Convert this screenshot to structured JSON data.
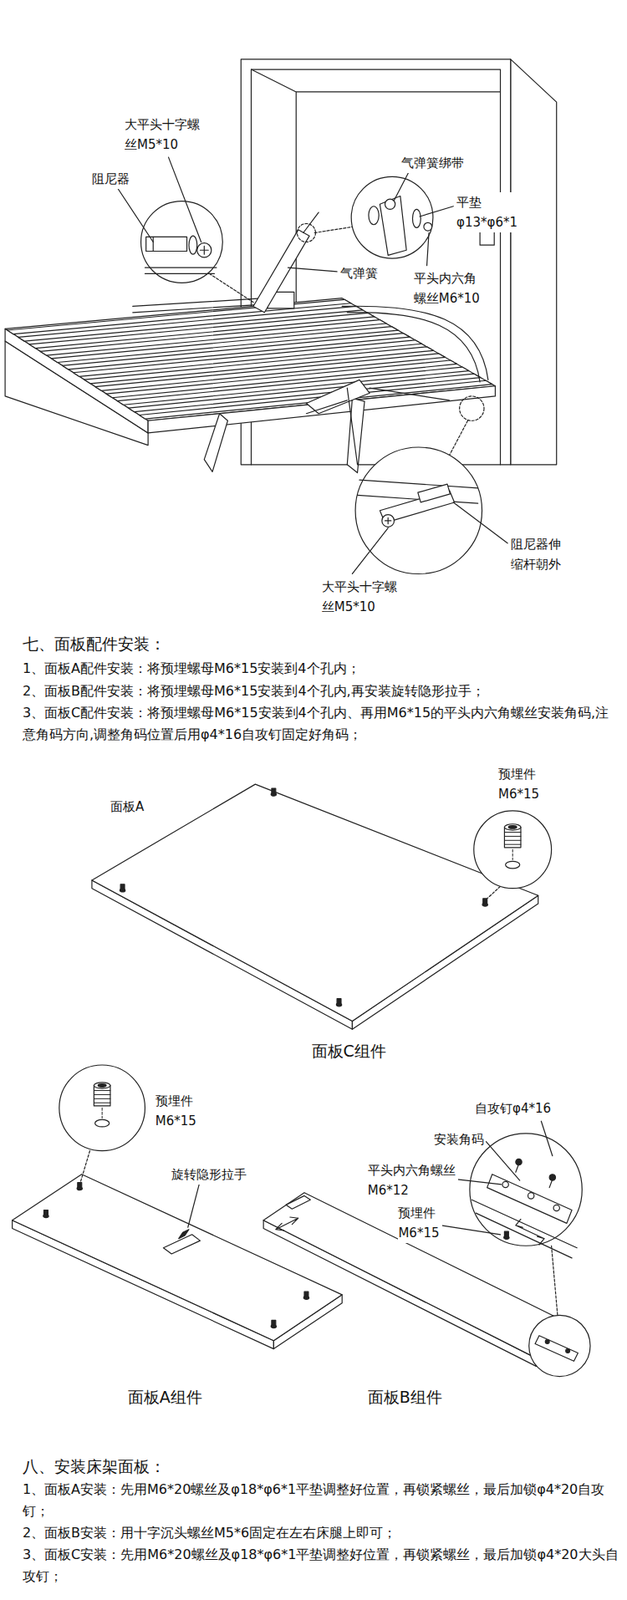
{
  "diagram": {
    "labels": [
      "大平头十字螺 丝M5*10",
      "阻尼器",
      "气弹簧绑带",
      "平垫 φ13*φ6*1",
      "气弹簧",
      "平头内六角 螺丝M6*10",
      "阻尼器伸 缩杆朝外",
      "大平头十字螺 丝M5*10",
      "七、面板配件安装：",
      "1、面板A配件安装：将预埋螺母M6*15安装到4个孔内；",
      "2、面板B配件安装：将预埋螺母M6*15安装到4个孔内,再安装旋转隐形拉手；",
      "3、面板C配件安装：将预埋螺母M6*15安装到4个孔内、再用M6*15的平头内六角螺丝安装角码,注意角码方向,调整角码位置后用φ4*16自攻钉固定好角码；",
      "面板A",
      "预埋件 M6*15",
      "面板C组件",
      "预埋件 M6*15",
      "旋转隐形拉手",
      "面板A组件",
      "自攻钉φ4*16",
      "安装角码",
      "平头内六角螺丝 M6*12",
      "预埋件 M6*15",
      "面板B组件",
      "八、安装床架面板：",
      "1、面板A安装：先用M6*20螺丝及φ18*φ6*1平垫调整好位置，再锁紧螺丝，最后加锁φ4*20自攻钉；",
      "2、面板B安装：用十字沉头螺丝M5*6固定在左右床腿上即可；",
      "3、面板C安装：先用M6*20螺丝及φ18*φ6*1平垫调整好位置，再锁紧螺丝，最后加锁φ4*20大头自攻钉；"
    ]
  }
}
